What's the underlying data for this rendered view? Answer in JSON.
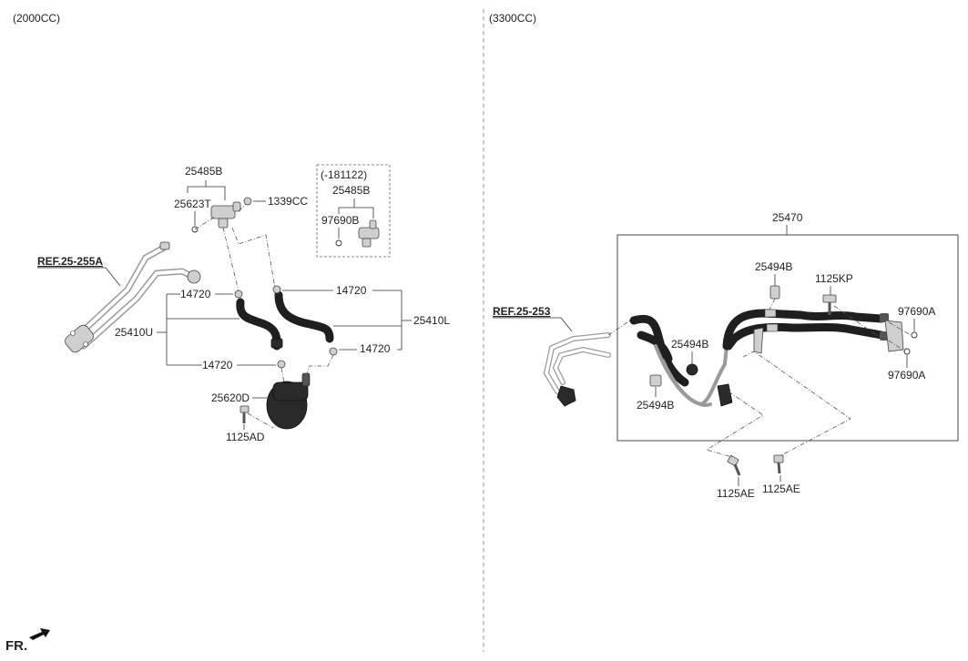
{
  "sections": {
    "left_title": "(2000CC)",
    "right_title": "(3300CC)"
  },
  "labels": {
    "c25485b_main": "25485B",
    "c25623t": "25623T",
    "c1339cc": "1339CC",
    "inset_date": "(-181122)",
    "inset_25485b": "25485B",
    "inset_97690b": "97690B",
    "ref_25255a": "REF.25-255A",
    "c14720_a": "14720",
    "c14720_b": "14720",
    "c14720_c": "14720",
    "c14720_d": "14720",
    "c25410u": "25410U",
    "c25410l": "25410L",
    "c25620d": "25620D",
    "c1125ad": "1125AD",
    "c25470": "25470",
    "c25494b_top": "25494B",
    "c1125kp": "1125KP",
    "ref_25253": "REF.25-253",
    "c97690a_top": "97690A",
    "c25494b_mid": "25494B",
    "c97690a_bot": "97690A",
    "c25494b_low": "25494B",
    "c1125ae_left": "1125AE",
    "c1125ae_right": "1125AE",
    "fr": "FR."
  },
  "colors": {
    "line": "#333333",
    "hose_dark": "#1f1f1f",
    "tube_light": "#9a9a9a",
    "part_fill": "#cfcfcf"
  }
}
